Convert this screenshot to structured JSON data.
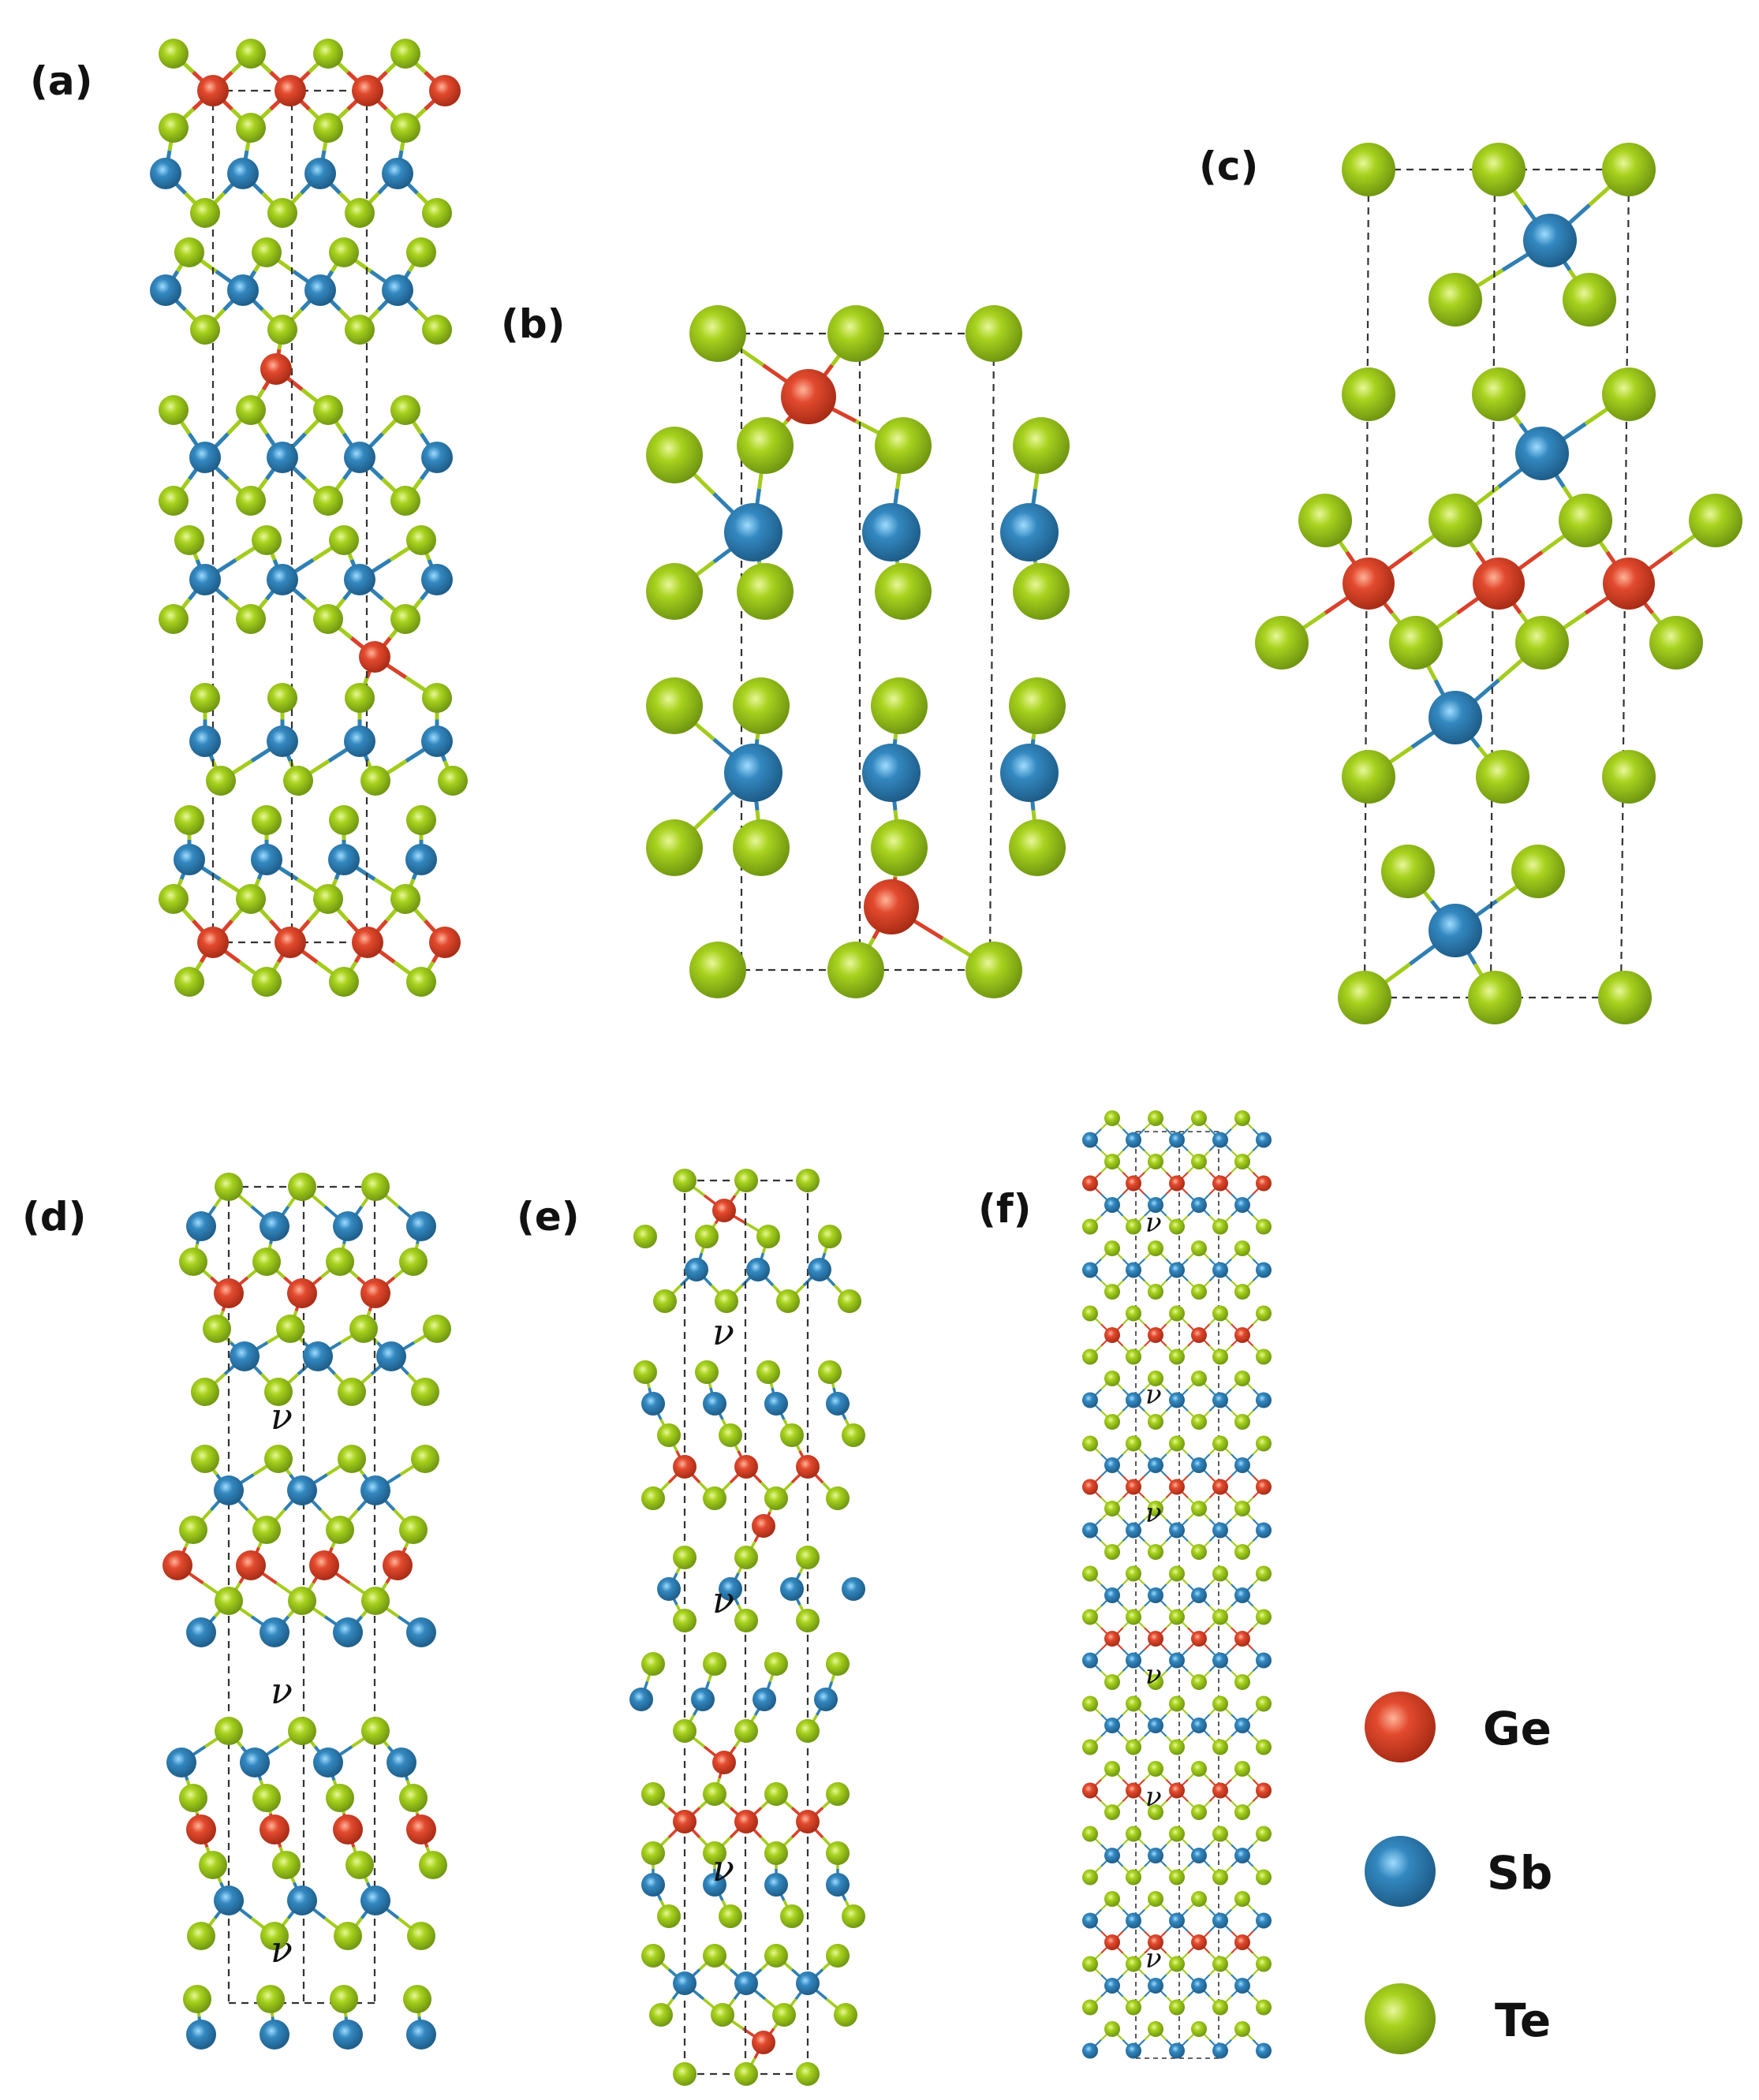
{
  "colors": {
    "Ge": "#d9412a",
    "Sb": "#2f7fb3",
    "Te": "#a3cc1c",
    "cell_line": "#333333"
  },
  "panels": [
    {
      "id": "a",
      "label": "(a)",
      "vacancy_labels": []
    },
    {
      "id": "b",
      "label": "(b)",
      "vacancy_labels": []
    },
    {
      "id": "c",
      "label": "(c)",
      "vacancy_labels": []
    },
    {
      "id": "d",
      "label": "(d)",
      "vacancy_labels": [
        "ν",
        "ν",
        "ν"
      ]
    },
    {
      "id": "e",
      "label": "(e)",
      "vacancy_labels": [
        "ν",
        "ν",
        "ν"
      ]
    },
    {
      "id": "f",
      "label": "(f)",
      "vacancy_labels": [
        "ν",
        "ν",
        "ν",
        "ν",
        "ν",
        "ν"
      ]
    }
  ],
  "legend": [
    {
      "element": "Ge",
      "label": "Ge"
    },
    {
      "element": "Sb",
      "label": "Sb"
    },
    {
      "element": "Te",
      "label": "Te"
    }
  ]
}
